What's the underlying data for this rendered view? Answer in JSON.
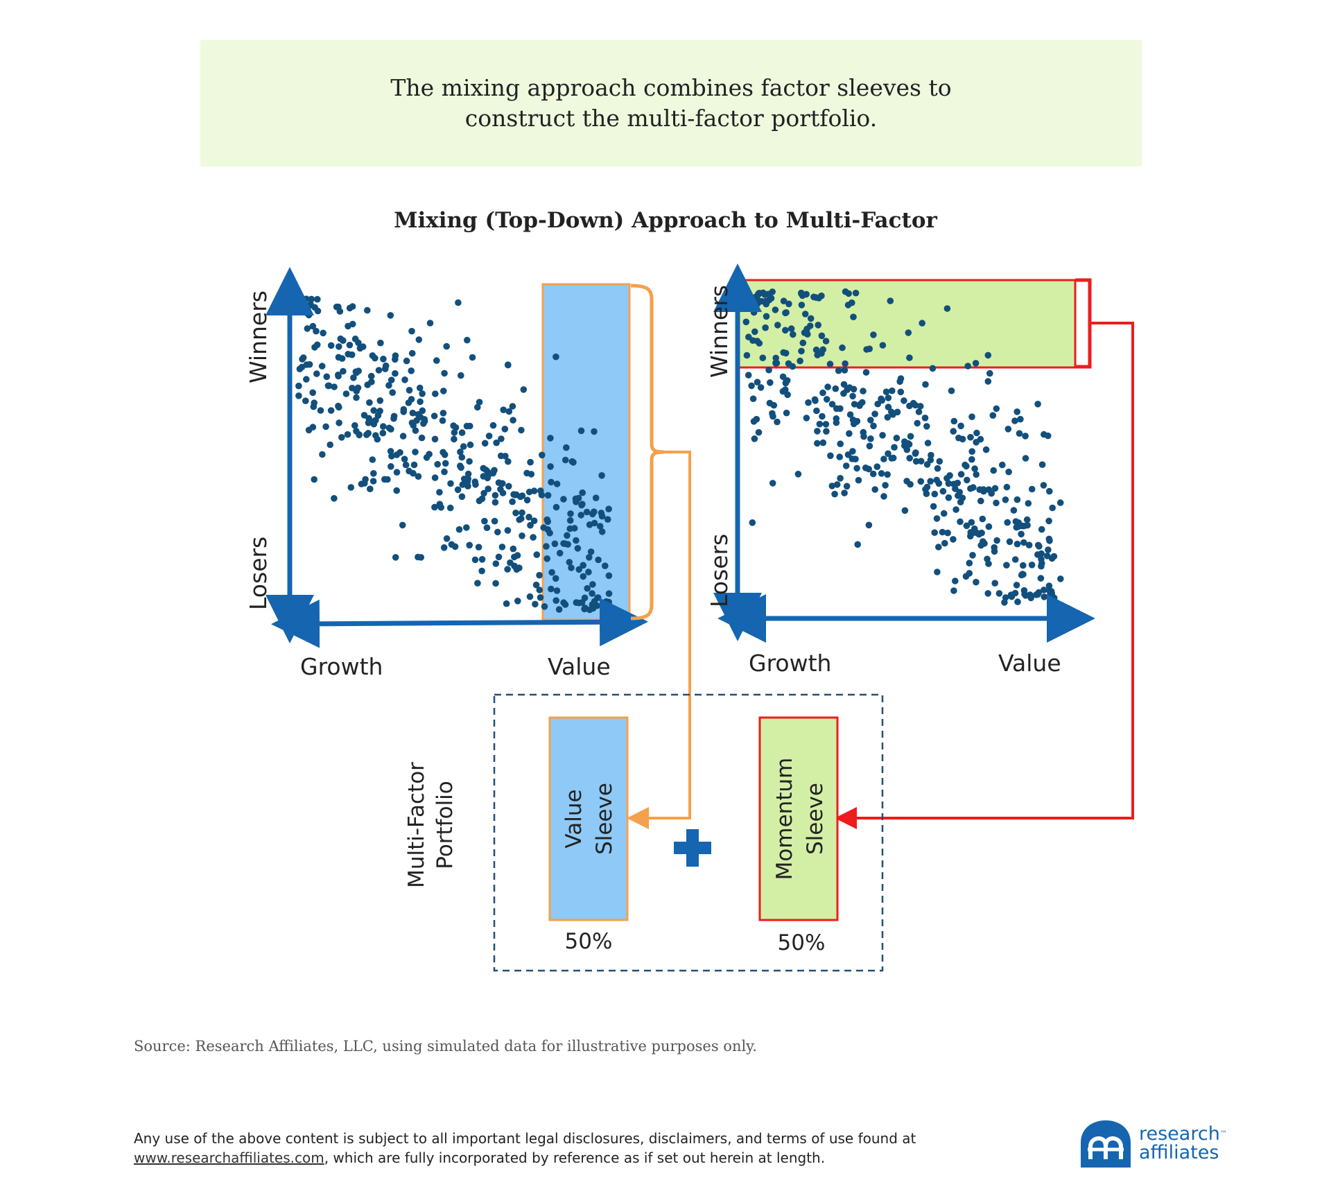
{
  "header": {
    "text": "The mixing approach combines factor sleeves to construct the multi-factor portfolio."
  },
  "figure": {
    "title": "Mixing (Top-Down) Approach to Multi-Factor"
  },
  "left_panel": {
    "y_axis_top": "Winners",
    "y_axis_bottom": "Losers",
    "x_axis_left": "Growth",
    "x_axis_right": "Value",
    "highlight": "value-column"
  },
  "right_panel": {
    "y_axis_top": "Winners",
    "y_axis_bottom": "Losers",
    "x_axis_left": "Growth",
    "x_axis_right": "Value",
    "highlight": "winners-row"
  },
  "portfolio": {
    "label_line1": "Multi-Factor",
    "label_line2": "Portfolio",
    "value_sleeve": {
      "line1": "Value",
      "line2": "Sleeve",
      "weight": "50%"
    },
    "momentum_sleeve": {
      "line1": "Momentum",
      "line2": "Sleeve",
      "weight": "50%"
    },
    "combine_symbol": "plus-icon"
  },
  "colors": {
    "axis": "#1565b0",
    "dot": "#124f7c",
    "value_fill": "#8ec9f7",
    "value_border": "#f5a04a",
    "momentum_fill": "#d3efa6",
    "momentum_border": "#ee1c1c",
    "header_bg": "#eef9de",
    "portfolio_border": "#1f4f7c"
  },
  "footer": {
    "source": "Source: Research Affiliates, LLC, using simulated data for illustrative purposes only.",
    "disclaimer_line1": "Any use of the above content is subject to all important legal disclosures, disclaimers, and terms of use found at",
    "disclaimer_link": "www.researchaffiliates.com",
    "disclaimer_line2": ", which are fully incorporated by reference as if set out herein at length."
  },
  "logo": {
    "line1": "research",
    "line2": "affiliates",
    "trademark": "™"
  }
}
